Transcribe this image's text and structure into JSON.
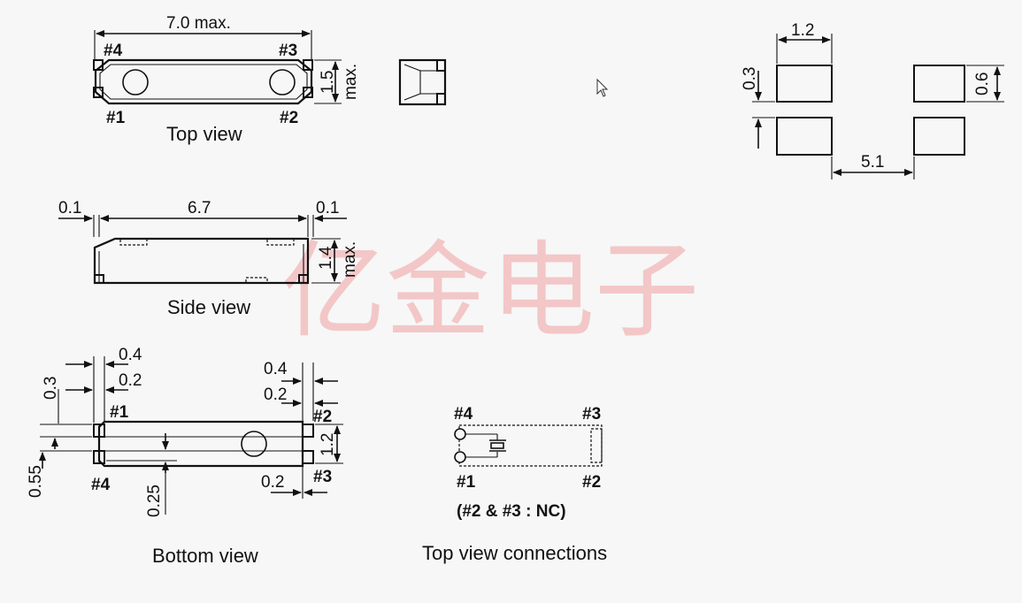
{
  "watermark": "亿金电子",
  "top_view": {
    "caption": "Top view",
    "dim_length": "7.0 max.",
    "dim_height_value": "1.5",
    "dim_height_note": "max.",
    "pins": [
      "#4",
      "#3",
      "#1",
      "#2"
    ]
  },
  "side_view": {
    "caption": "Side view",
    "dim_left": "0.1",
    "dim_length": "6.7",
    "dim_right": "0.1",
    "dim_height_value": "1.4",
    "dim_height_note": "max."
  },
  "bottom_view": {
    "caption": "Bottom view",
    "left_dims": [
      "0.3",
      "0.4",
      "0.2",
      "0.55",
      "0.25"
    ],
    "right_dims": [
      "0.4",
      "0.2",
      "1.2",
      "0.2"
    ],
    "pins": [
      "#1",
      "#4",
      "#2",
      "#3"
    ]
  },
  "connections": {
    "caption": "Top view connections",
    "pins": [
      "#4",
      "#3",
      "#1",
      "#2"
    ],
    "note": "(#2 & #3 : NC)"
  },
  "land_pattern": {
    "dim_width": "1.2",
    "dim_gap": "0.3",
    "dim_pad_height": "0.6",
    "dim_pitch": "5.1"
  }
}
